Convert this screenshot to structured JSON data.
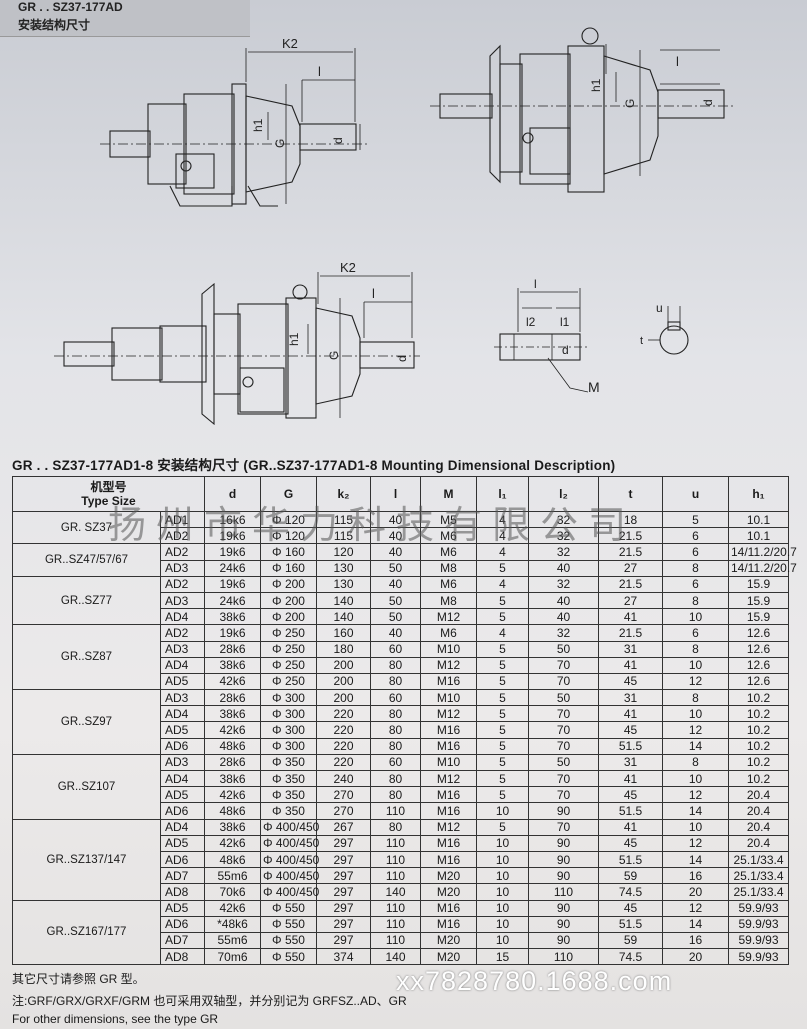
{
  "header": {
    "partial_title": "GR . . SZ37-177AD",
    "section": "安装结构尺寸"
  },
  "drawing_labels": {
    "k2": "K2",
    "l": "l",
    "h1": "h1",
    "g": "G",
    "d": "d",
    "l1": "l1",
    "l2": "l2",
    "m": "M",
    "u": "u",
    "t": "t"
  },
  "table_caption": "GR . . SZ37-177AD1-8 安装结构尺寸    (GR..SZ37-177AD1-8 Mounting Dimensional Description)",
  "watermark": "扬州市华力科技有限公司",
  "columns": {
    "type_cn": "机型号",
    "type_en": "Type Size",
    "d": "d",
    "g": "G",
    "k2": "k₂",
    "l": "l",
    "m": "M",
    "l1": "l₁",
    "l2": "l₂",
    "t": "t",
    "u": "u",
    "h1": "h₁"
  },
  "groups": [
    {
      "name": "GR. SZ37",
      "rows": [
        [
          "AD1",
          "16k6",
          "Φ 120",
          "115",
          "40",
          "M5",
          "4",
          "32",
          "18",
          "5",
          "10.1"
        ],
        [
          "AD2",
          "19k6",
          "Φ 120",
          "115",
          "40",
          "M6",
          "4",
          "32",
          "21.5",
          "6",
          "10.1"
        ]
      ]
    },
    {
      "name": "GR..SZ47/57/67",
      "rows": [
        [
          "AD2",
          "19k6",
          "Φ 160",
          "120",
          "40",
          "M6",
          "4",
          "32",
          "21.5",
          "6",
          "14/11.2/20.7"
        ],
        [
          "AD3",
          "24k6",
          "Φ 160",
          "130",
          "50",
          "M8",
          "5",
          "40",
          "27",
          "8",
          "14/11.2/20.7"
        ]
      ]
    },
    {
      "name": "GR..SZ77",
      "rows": [
        [
          "AD2",
          "19k6",
          "Φ 200",
          "130",
          "40",
          "M6",
          "4",
          "32",
          "21.5",
          "6",
          "15.9"
        ],
        [
          "AD3",
          "24k6",
          "Φ 200",
          "140",
          "50",
          "M8",
          "5",
          "40",
          "27",
          "8",
          "15.9"
        ],
        [
          "AD4",
          "38k6",
          "Φ 200",
          "140",
          "50",
          "M12",
          "5",
          "40",
          "41",
          "10",
          "15.9"
        ]
      ]
    },
    {
      "name": "GR..SZ87",
      "rows": [
        [
          "AD2",
          "19k6",
          "Φ 250",
          "160",
          "40",
          "M6",
          "4",
          "32",
          "21.5",
          "6",
          "12.6"
        ],
        [
          "AD3",
          "28k6",
          "Φ 250",
          "180",
          "60",
          "M10",
          "5",
          "50",
          "31",
          "8",
          "12.6"
        ],
        [
          "AD4",
          "38k6",
          "Φ 250",
          "200",
          "80",
          "M12",
          "5",
          "70",
          "41",
          "10",
          "12.6"
        ],
        [
          "AD5",
          "42k6",
          "Φ 250",
          "200",
          "80",
          "M16",
          "5",
          "70",
          "45",
          "12",
          "12.6"
        ]
      ]
    },
    {
      "name": "GR..SZ97",
      "rows": [
        [
          "AD3",
          "28k6",
          "Φ 300",
          "200",
          "60",
          "M10",
          "5",
          "50",
          "31",
          "8",
          "10.2"
        ],
        [
          "AD4",
          "38k6",
          "Φ 300",
          "220",
          "80",
          "M12",
          "5",
          "70",
          "41",
          "10",
          "10.2"
        ],
        [
          "AD5",
          "42k6",
          "Φ 300",
          "220",
          "80",
          "M16",
          "5",
          "70",
          "45",
          "12",
          "10.2"
        ],
        [
          "AD6",
          "48k6",
          "Φ 300",
          "220",
          "80",
          "M16",
          "5",
          "70",
          "51.5",
          "14",
          "10.2"
        ]
      ]
    },
    {
      "name": "GR..SZ107",
      "rows": [
        [
          "AD3",
          "28k6",
          "Φ 350",
          "220",
          "60",
          "M10",
          "5",
          "50",
          "31",
          "8",
          "10.2"
        ],
        [
          "AD4",
          "38k6",
          "Φ 350",
          "240",
          "80",
          "M12",
          "5",
          "70",
          "41",
          "10",
          "10.2"
        ],
        [
          "AD5",
          "42k6",
          "Φ 350",
          "270",
          "80",
          "M16",
          "5",
          "70",
          "45",
          "12",
          "20.4"
        ],
        [
          "AD6",
          "48k6",
          "Φ 350",
          "270",
          "110",
          "M16",
          "10",
          "90",
          "51.5",
          "14",
          "20.4"
        ]
      ]
    },
    {
      "name": "GR..SZ137/147",
      "rows": [
        [
          "AD4",
          "38k6",
          "Φ 400/450",
          "267",
          "80",
          "M12",
          "5",
          "70",
          "41",
          "10",
          "20.4"
        ],
        [
          "AD5",
          "42k6",
          "Φ 400/450",
          "297",
          "110",
          "M16",
          "10",
          "90",
          "45",
          "12",
          "20.4"
        ],
        [
          "AD6",
          "48k6",
          "Φ 400/450",
          "297",
          "110",
          "M16",
          "10",
          "90",
          "51.5",
          "14",
          "25.1/33.4"
        ],
        [
          "AD7",
          "55m6",
          "Φ 400/450",
          "297",
          "110",
          "M20",
          "10",
          "90",
          "59",
          "16",
          "25.1/33.4"
        ],
        [
          "AD8",
          "70k6",
          "Φ 400/450",
          "297",
          "140",
          "M20",
          "10",
          "110",
          "74.5",
          "20",
          "25.1/33.4"
        ]
      ]
    },
    {
      "name": "GR..SZ167/177",
      "rows": [
        [
          "AD5",
          "42k6",
          "Φ 550",
          "297",
          "110",
          "M16",
          "10",
          "90",
          "45",
          "12",
          "59.9/93"
        ],
        [
          "AD6",
          "*48k6",
          "Φ 550",
          "297",
          "110",
          "M16",
          "10",
          "90",
          "51.5",
          "14",
          "59.9/93"
        ],
        [
          "AD7",
          "55m6",
          "Φ 550",
          "297",
          "110",
          "M20",
          "10",
          "90",
          "59",
          "16",
          "59.9/93"
        ],
        [
          "AD8",
          "70m6",
          "Φ 550",
          "374",
          "140",
          "M20",
          "15",
          "110",
          "74.5",
          "20",
          "59.9/93"
        ]
      ]
    }
  ],
  "footnotes": {
    "n1": "其它尺寸请参照 GR 型。",
    "n2": "注:GRF/GRX/GRXF/GRM 也可采用双轴型，并分别记为 GRFSZ..AD、GR",
    "n3": "For other dimensions, see the type GR"
  },
  "url_watermark": "xx7828780.1688.com"
}
